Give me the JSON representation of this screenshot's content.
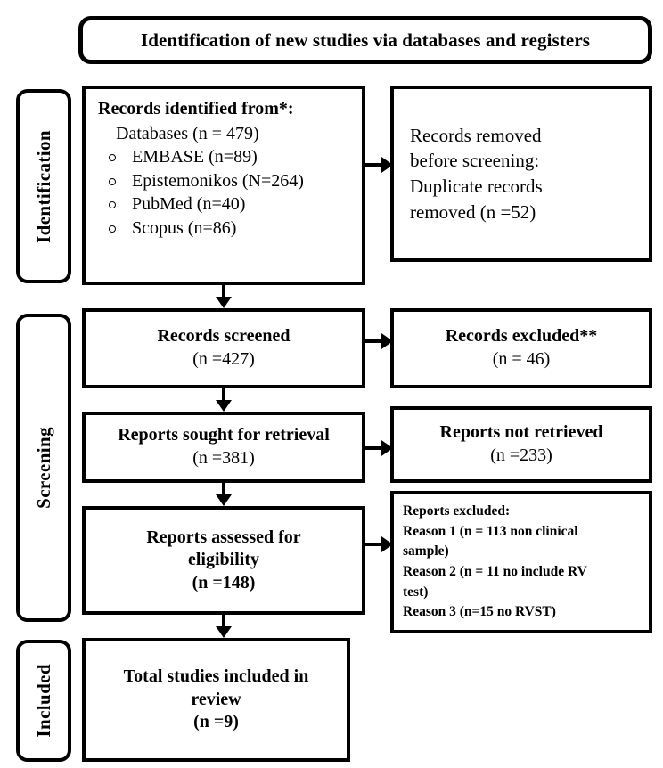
{
  "diagram": {
    "title": "Identification of new studies via databases and registers",
    "type": "prisma-flow-diagram"
  },
  "stages": [
    {
      "key": "identification",
      "label": "Identification"
    },
    {
      "key": "screening",
      "label": "Screening"
    },
    {
      "key": "included",
      "label": "Included"
    }
  ],
  "boxes": {
    "records_identified": {
      "heading": "Records identified from*:",
      "subline": "Databases (n = 479)",
      "sources": [
        "EMBASE (n=89)",
        "Epistemonikos (N=264)",
        "PubMed (n=40)",
        "Scopus (n=86)"
      ]
    },
    "records_removed": {
      "lines": [
        "Records removed",
        "before screening:",
        "Duplicate records",
        "removed (n =52)"
      ]
    },
    "records_screened": {
      "title": "Records screened",
      "count": "(n =427)"
    },
    "records_excluded": {
      "title": "Records excluded**",
      "count": "(n = 46)"
    },
    "reports_sought": {
      "title": "Reports sought for retrieval",
      "count": "(n =381)"
    },
    "reports_not_retrieved": {
      "title": "Reports not retrieved",
      "count": "(n =233)"
    },
    "reports_assessed": {
      "title_line1": "Reports assessed for",
      "title_line2": "eligibility",
      "count": "(n =148)"
    },
    "reports_excluded": {
      "heading": "Reports excluded:",
      "reasons": [
        "Reason 1 (n = 113 non clinical",
        "sample)",
        "Reason 2 (n = 11 no include RV",
        "test)",
        "Reason 3 (n=15 no RVST)"
      ]
    },
    "total_included": {
      "title_line1": "Total studies included in",
      "title_line2": "review",
      "count": "(n =9)"
    }
  },
  "colors": {
    "stroke": "#000000",
    "fill": "#ffffff",
    "text": "#000000"
  }
}
